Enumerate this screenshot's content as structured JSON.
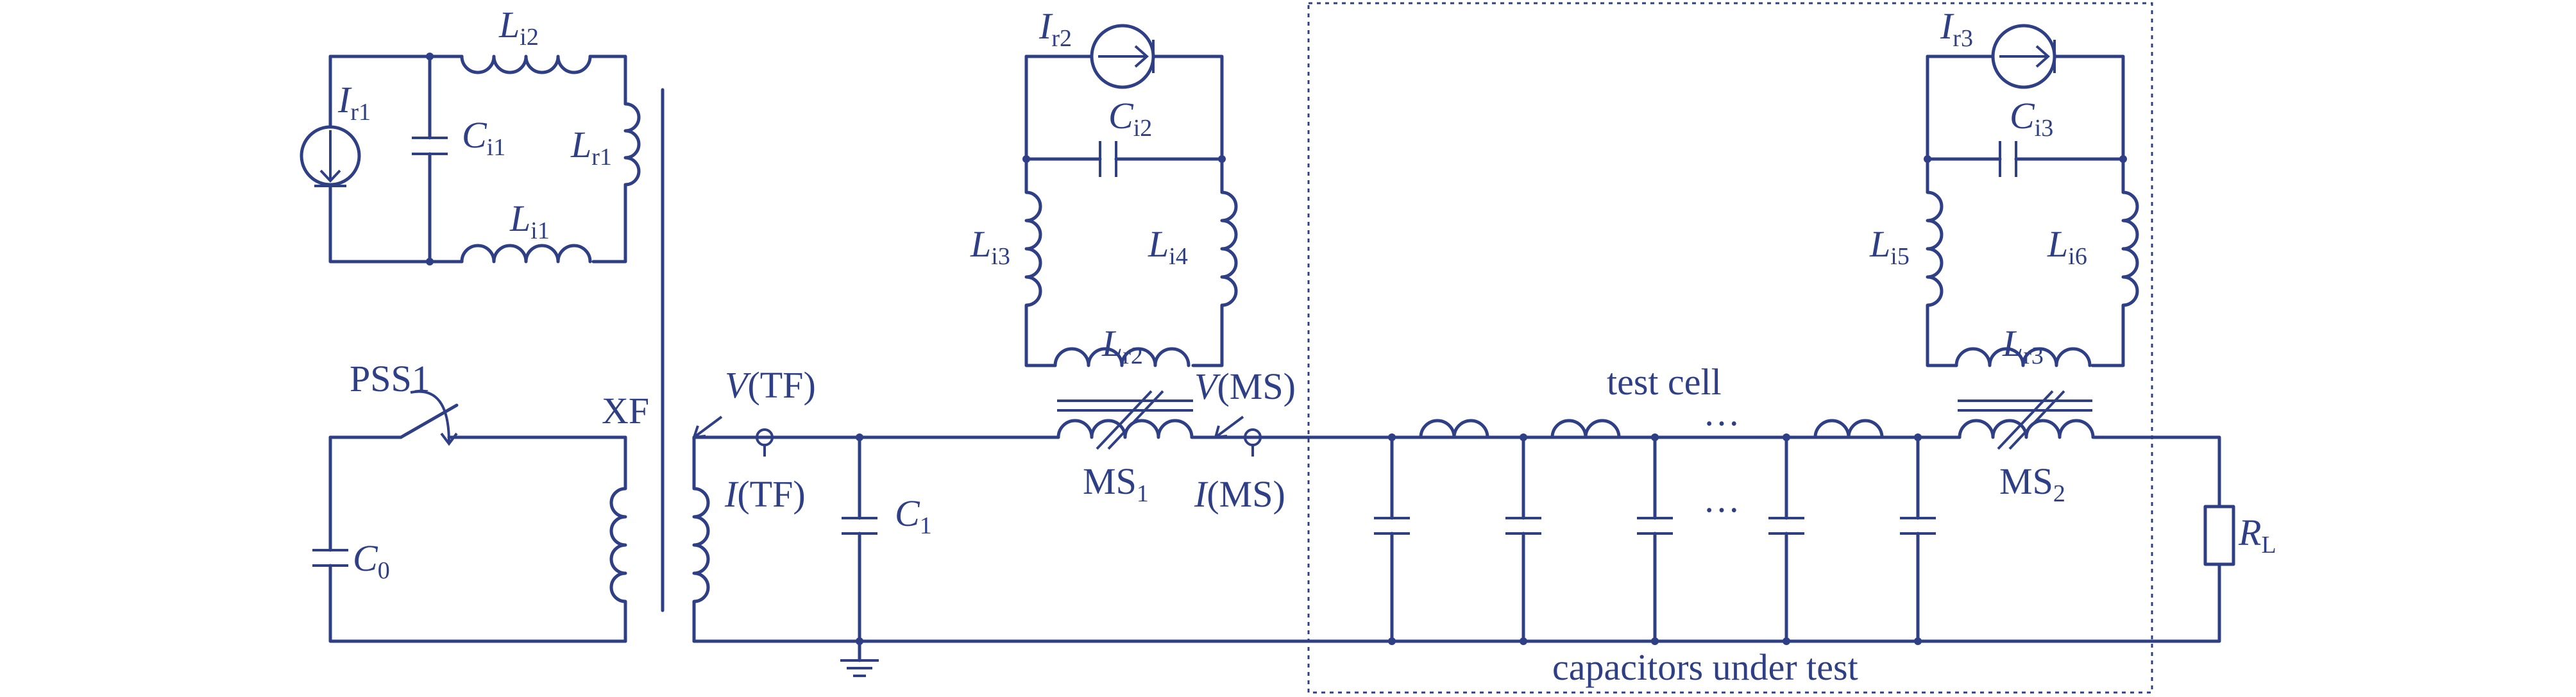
{
  "colors": {
    "ink": "#2f3f86",
    "background": "#ffffff"
  },
  "labels": {
    "ir1": "I",
    "ir1_sub": "r1",
    "ci1": "C",
    "ci1_sub": "i1",
    "li2": "L",
    "li2_sub": "i2",
    "lr1": "L",
    "lr1_sub": "r1",
    "li1": "L",
    "li1_sub": "i1",
    "ir2": "I",
    "ir2_sub": "r2",
    "ci2": "C",
    "ci2_sub": "i2",
    "li3": "L",
    "li3_sub": "i3",
    "li4": "L",
    "li4_sub": "i4",
    "lr2": "L",
    "lr2_sub": "r2",
    "ir3": "I",
    "ir3_sub": "r3",
    "ci3": "C",
    "ci3_sub": "i3",
    "li5": "L",
    "li5_sub": "i5",
    "li6": "L",
    "li6_sub": "i6",
    "lr3": "L",
    "lr3_sub": "r3",
    "pss1": "PSS1",
    "xf": "XF",
    "c0": "C",
    "c0_sub": "0",
    "c1": "C",
    "c1_sub": "1",
    "vtf": "V",
    "vtf_rest": "(TF)",
    "itf": "I",
    "itf_rest": "(TF)",
    "vms": "V",
    "vms_rest": "(MS)",
    "ims": "I",
    "ims_rest": "(MS)",
    "ms1": "MS",
    "ms1_sub": "1",
    "ms2": "MS",
    "ms2_sub": "2",
    "test_cell": "test cell",
    "ellipsis_top": "···",
    "ellipsis_mid": "···",
    "rl": "R",
    "rl_sub": "L",
    "caps_under_test": "capacitors under test"
  }
}
